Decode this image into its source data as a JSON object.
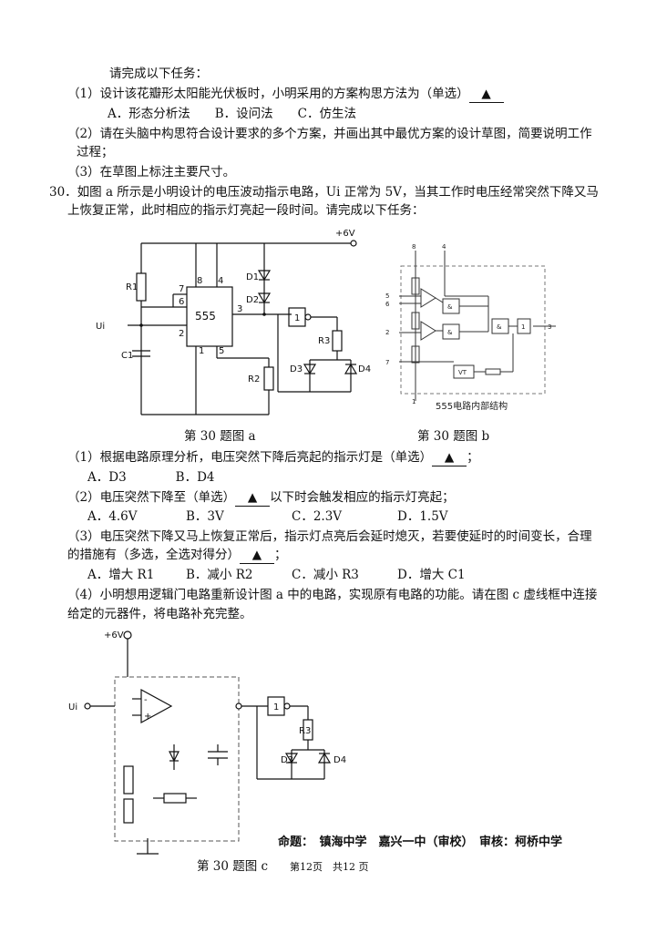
{
  "q29": {
    "intro": "请完成以下任务：",
    "p1_prefix": "（1）设计该花瓣形太阳能光伏板时，小明采用的方案构思方法为（单选）",
    "blank": "▲",
    "p1_opts": "A．形态分析法　　B．设问法　　C．仿生法",
    "p2_line1": "（2）请在头脑中构思符合设计要求的多个方案，并画出其中最优方案的设计草图，简要说明工作",
    "p2_line2": "过程；",
    "p3": "（3）在草图上标注主要尺寸。"
  },
  "q30": {
    "line1": "30．如图 a 所示是小明设计的电压波动指示电路，Ui 正常为 5V，当其工作时电压经常突然下降又马",
    "line2": "上恢复正常，此时相应的指示灯亮起一段时间。请完成以下任务：",
    "fig_a": {
      "supply": "+6V",
      "r1": "R1",
      "c1": "C1",
      "ui": "Ui",
      "chip": "555",
      "pin8": "8",
      "pin4": "4",
      "pin7": "7",
      "pin6": "6",
      "pin2": "2",
      "pin1": "1",
      "pin5": "5",
      "pin3": "3",
      "d1": "D1",
      "d2": "D2",
      "gate": "1",
      "r3": "R3",
      "d3": "D3",
      "d4": "D4",
      "r2": "R2"
    },
    "fig_b": {
      "p8": "8",
      "p4": "4",
      "p5": "5",
      "p6": "6",
      "p2": "2",
      "p7": "7",
      "p3": "3",
      "p1": "1",
      "and": "&",
      "not": "1",
      "vt": "VT",
      "caption_inside": "555电路内部结构"
    },
    "caption_a": "第 30 题图 a",
    "caption_b": "第 30 题图 b",
    "sub1_prefix": "（1）根据电路原理分析，电压突然下降后亮起的指示灯是（单选）",
    "sub1_suffix": "；",
    "sub1_opts": "A．D3　　　　B．D4",
    "sub2_prefix": "（2）电压突然下降至（单选）",
    "sub2_suffix": "以下时会触发相应的指示灯亮起；",
    "sub2_opts": [
      "A．4.6V",
      "B．3V",
      "C．2.3V",
      "D．1.5V"
    ],
    "sub3_line1": "（3）电压突然下降又马上恢复正常后，指示灯点亮后会延时熄灭，若要使延时的时间变长，合理",
    "sub3_line2_prefix": "的措施有（多选，全选对得分）",
    "sub3_suffix": "；",
    "sub3_opts": [
      "A．增大 R1",
      "B．减小 R2",
      "C．减小 R3",
      "D．增大 C1"
    ],
    "sub4_line1": "（4）小明想用逻辑门电路重新设计图 a 中的电路，实现原有电路的功能。请在图 c 虚线框中连接",
    "sub4_line2": "给定的元器件，将电路补充完整。",
    "fig_c": {
      "supply": "+6V",
      "ui": "Ui",
      "gate": "1",
      "r3": "R3",
      "d3": "D3",
      "d4": "D4",
      "minus": "-",
      "plus": "+"
    },
    "caption_c": "第 30 题图 c"
  },
  "footer": {
    "credits": "命题：　镇海中学　嘉兴一中（审校）　审核：柯桥中学",
    "page": "第12页　共12 页"
  }
}
